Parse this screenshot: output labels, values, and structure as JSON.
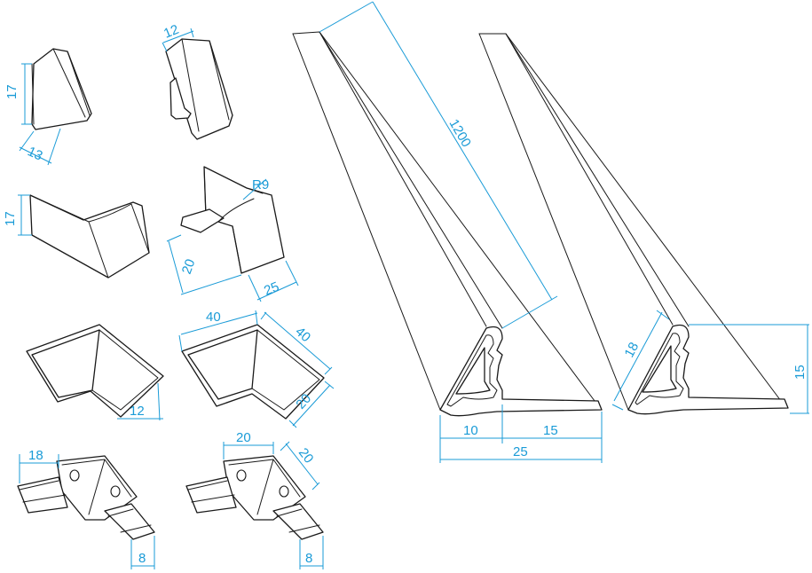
{
  "colors": {
    "dimension": "#1a9bd7",
    "outline": "#1a1a1a",
    "background": "#ffffff"
  },
  "dimensions": {
    "end_cap_height": "17",
    "end_cap_depth": "13",
    "end_cap_width": "12",
    "corner_cap_height": "17",
    "corner_radius": "R9",
    "corner_height": "20",
    "corner_depth": "25",
    "inner_corner_leg": "12",
    "outer_corner_leg_a": "40",
    "outer_corner_leg_b": "40",
    "outer_corner_height": "20",
    "connector_a_width": "18",
    "connector_a_tab": "8",
    "connector_b_width_a": "20",
    "connector_b_width_b": "20",
    "connector_b_tab": "8",
    "profile_length": "1200",
    "profile_back": "10",
    "profile_base": "15",
    "profile_total": "25",
    "profile2_slant": "18",
    "profile2_height": "15"
  }
}
